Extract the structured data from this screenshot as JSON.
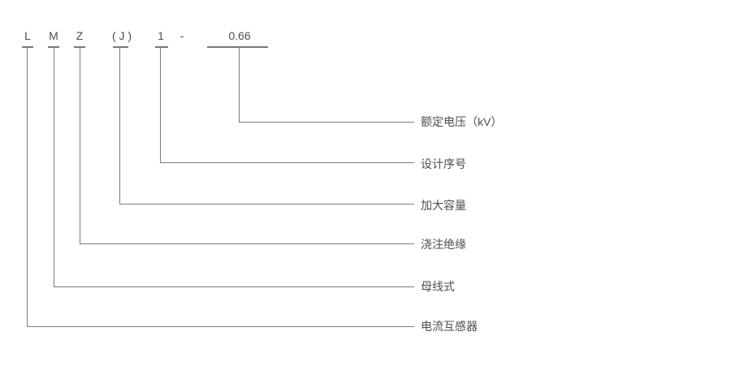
{
  "model_code": {
    "parts": [
      {
        "symbol": "L"
      },
      {
        "symbol": "M"
      },
      {
        "symbol": "Z"
      },
      {
        "symbol": "( J )"
      },
      {
        "symbol": "1"
      },
      {
        "symbol": "-"
      },
      {
        "symbol": "0.66"
      }
    ]
  },
  "legend": {
    "entries": [
      {
        "code": "0.66",
        "label": "额定电压（kV）"
      },
      {
        "code": "1",
        "label": "设计序号"
      },
      {
        "code": "( J )",
        "label": "加大容量"
      },
      {
        "code": "Z",
        "label": "浇注绝缘"
      },
      {
        "code": "M",
        "label": "母线式"
      },
      {
        "code": "L",
        "label": "电流互感器"
      }
    ]
  },
  "colors": {
    "line": "#7b7b7b",
    "text": "#4d4d4d",
    "background": "#ffffff"
  }
}
